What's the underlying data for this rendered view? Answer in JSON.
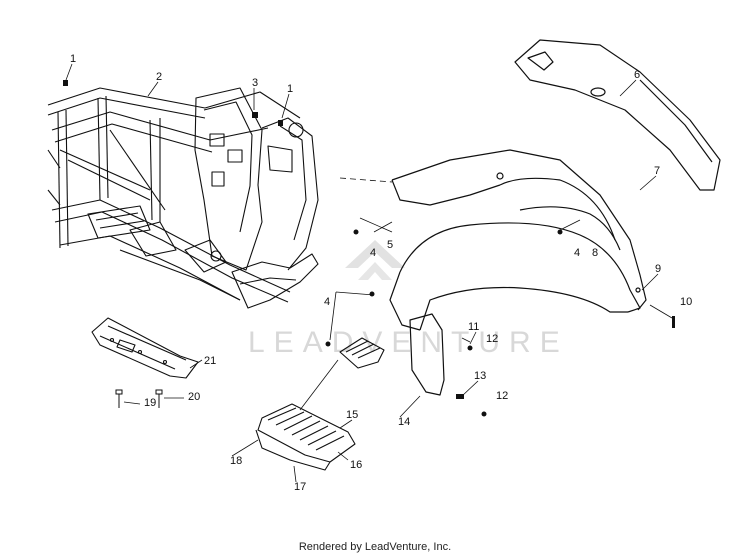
{
  "diagram": {
    "callouts": [
      "1",
      "2",
      "3",
      "1",
      "6",
      "7",
      "5",
      "4",
      "4",
      "8",
      "9",
      "10",
      "4",
      "11",
      "12",
      "13",
      "12",
      "14",
      "15",
      "16",
      "17",
      "18",
      "19",
      "20",
      "21"
    ]
  },
  "watermark": {
    "text": "LEADVENTURE"
  },
  "footer": {
    "text": "Rendered by LeadVenture, Inc."
  }
}
